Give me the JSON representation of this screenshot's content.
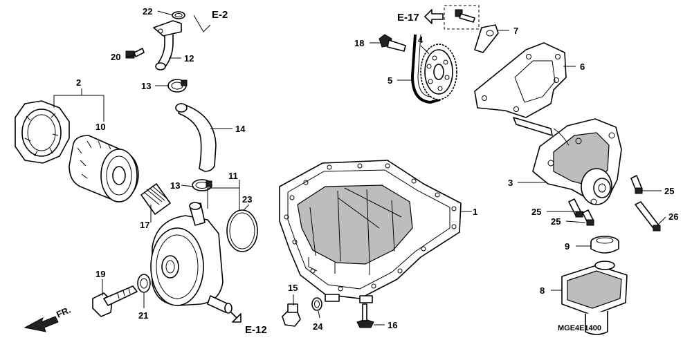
{
  "callouts": {
    "p1": "1",
    "p2": "2",
    "p3": "3",
    "p4": "4",
    "p5": "5",
    "p6": "6",
    "p7": "7",
    "p8": "8",
    "p9": "9",
    "p10": "10",
    "p11": "11",
    "p12": "12",
    "p13a": "13",
    "p13b": "13",
    "p14": "14",
    "p15": "15",
    "p16": "16",
    "p17": "17",
    "p18": "18",
    "p19": "19",
    "p20": "20",
    "p21": "21",
    "p22": "22",
    "p23": "23",
    "p24": "24",
    "p25a": "25",
    "p25b": "25",
    "p25c": "25",
    "p26": "26"
  },
  "refs": {
    "e2": "E-2",
    "e12": "E-12",
    "e17": "E-17"
  },
  "front_marker": "FR.",
  "diagram_code": "MGE4E1400",
  "colors": {
    "ink": "#000000",
    "background": "#ffffff"
  }
}
